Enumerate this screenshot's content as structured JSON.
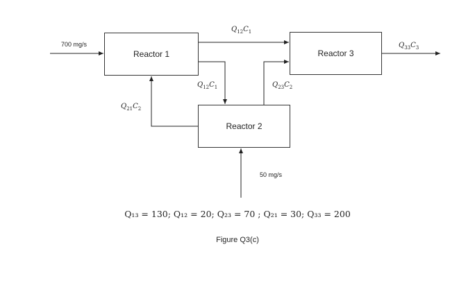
{
  "reactors": {
    "reactor1": "Reactor 1",
    "reactor2": "Reactor 2",
    "reactor3": "Reactor 3"
  },
  "inputs": {
    "feed1": "700 mg/s",
    "feed2": "50 mg/s"
  },
  "flows": {
    "q12c1_top": {
      "q": "Q",
      "sub": "12",
      "c": "C",
      "csub": "1"
    },
    "q12c1_side": {
      "q": "Q",
      "sub": "12",
      "c": "C",
      "csub": "1"
    },
    "q23c2": {
      "q": "Q",
      "sub": "23",
      "c": "C",
      "csub": "2"
    },
    "q21c2": {
      "q": "Q",
      "sub": "21",
      "c": "C",
      "csub": "2"
    },
    "q33c3": {
      "q": "Q",
      "sub": "33",
      "c": "C",
      "csub": "3"
    }
  },
  "equation": "Q₁₃ = 130;  Q₁₂ = 20; Q₂₃ = 70 ; Q₂₁ = 30;  Q₃₃ = 200",
  "caption": "Figure Q3(c)"
}
